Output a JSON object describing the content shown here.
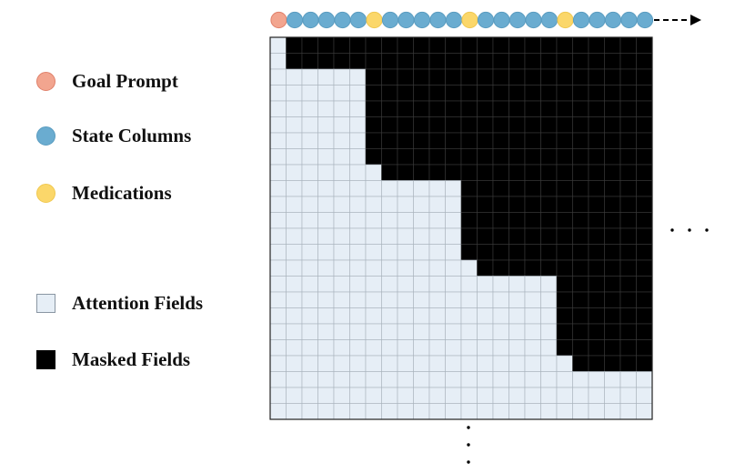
{
  "legend": {
    "goal_prompt": "Goal Prompt",
    "state_columns": "State Columns",
    "medications": "Medications",
    "attention_fields": "Attention Fields",
    "masked_fields": "Masked Fields"
  },
  "sequence": [
    "goal",
    "state",
    "state",
    "state",
    "state",
    "state",
    "med",
    "state",
    "state",
    "state",
    "state",
    "state",
    "med",
    "state",
    "state",
    "state",
    "state",
    "state",
    "med",
    "state",
    "state",
    "state",
    "state",
    "state"
  ],
  "mask": {
    "rows": 24,
    "cols": 24,
    "masked_from_col": [
      1,
      1,
      6,
      6,
      6,
      6,
      6,
      6,
      7,
      12,
      12,
      12,
      12,
      12,
      13,
      18,
      18,
      18,
      18,
      18,
      19,
      24,
      24,
      24
    ]
  },
  "colors": {
    "goal": "#f2a58f",
    "state": "#6aacd0",
    "medication": "#fbd76a",
    "attention": "#e6eef6",
    "masked": "#000000",
    "grid_line": "#a9b3bd"
  },
  "continuation": {
    "right": "...",
    "down": "..."
  }
}
